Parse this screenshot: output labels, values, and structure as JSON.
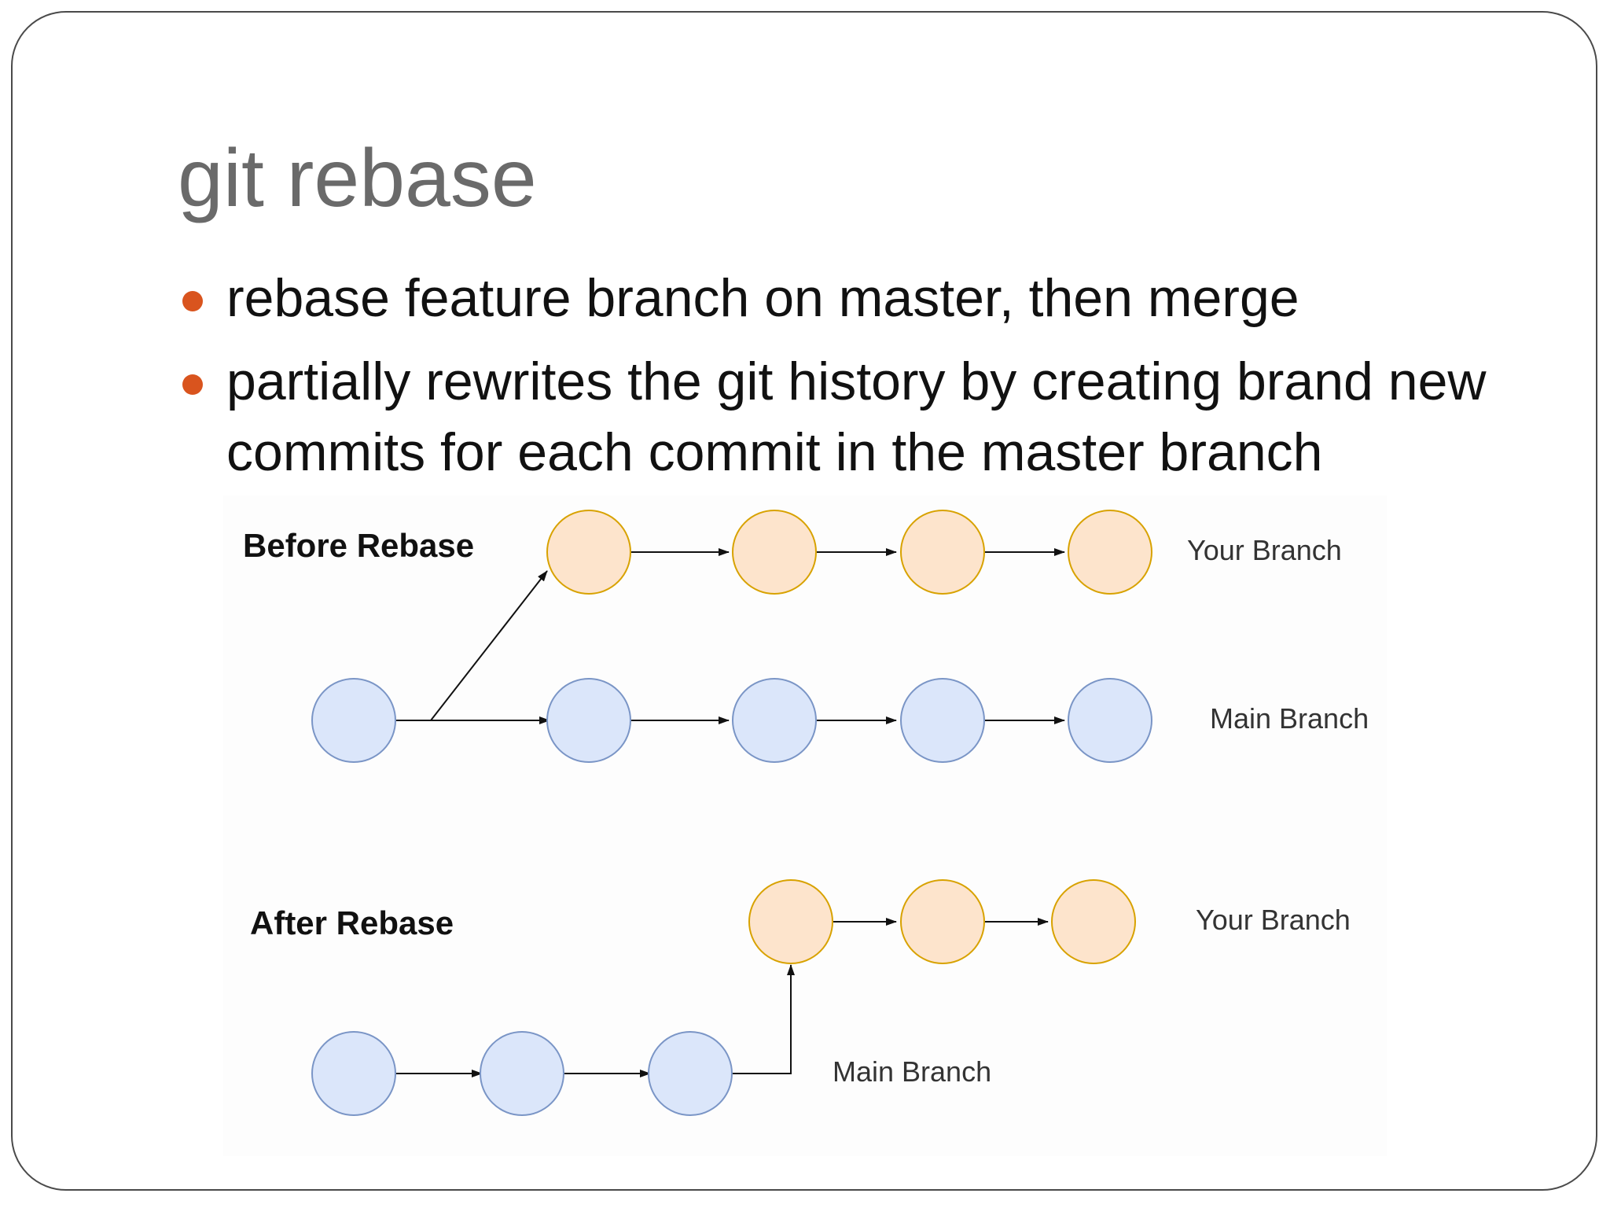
{
  "slide": {
    "title": "git rebase",
    "bullets": [
      "rebase feature branch on master, then merge",
      "partially rewrites the git history by creating brand new commits for each commit in the master branch"
    ],
    "bullet_color": "#d9541e"
  },
  "diagram": {
    "before": {
      "heading": "Before Rebase",
      "your_branch_label": "Your Branch",
      "main_branch_label": "Main Branch",
      "your_branch_commits": 4,
      "main_branch_commits": 5
    },
    "after": {
      "heading": "After Rebase",
      "your_branch_label": "Your Branch",
      "main_branch_label": "Main Branch",
      "your_branch_commits": 3,
      "main_branch_commits": 3
    },
    "colors": {
      "your_branch_fill": "#fde4cc",
      "your_branch_stroke": "#d8a200",
      "main_branch_fill": "#dbe6fa",
      "main_branch_stroke": "#7a95c6",
      "arrow": "#111111"
    }
  }
}
